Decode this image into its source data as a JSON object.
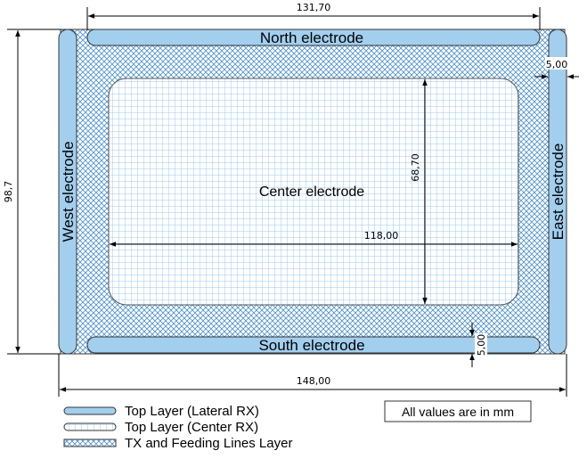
{
  "electrodes": {
    "north": "North electrode",
    "south": "South electrode",
    "west": "West electrode",
    "east": "East electrode",
    "center": "Center electrode"
  },
  "dimensions": {
    "top_width": "131,70",
    "total_height": "98,7",
    "total_width": "148,00",
    "center_height": "68,70",
    "center_width": "118,00",
    "east_gap": "5,00",
    "south_gap": "5,00"
  },
  "legend": {
    "items": [
      {
        "label": "Top Layer (Lateral RX)",
        "style": "solid"
      },
      {
        "label": "Top Layer (Center RX)",
        "style": "grid"
      },
      {
        "label": "TX and Feeding Lines Layer",
        "style": "crosshatch"
      }
    ],
    "note": "All values are in mm"
  },
  "colors": {
    "electrode_fill": "#a3cfef",
    "hatch": "#4a90d0",
    "grid": "#9cc8ee",
    "outline": "#333333"
  }
}
